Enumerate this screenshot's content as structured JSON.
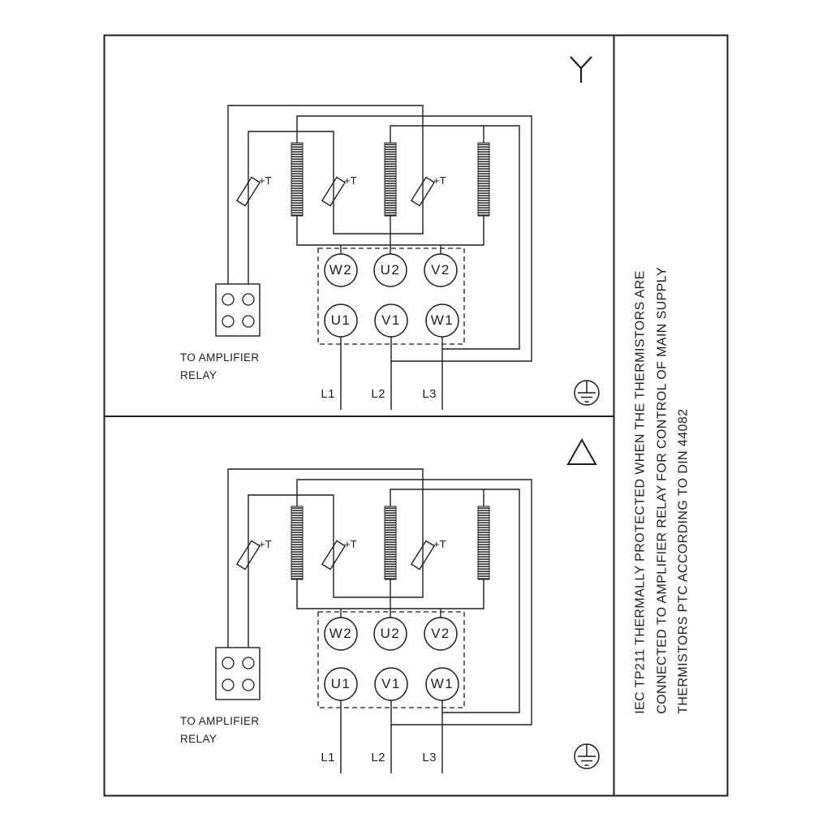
{
  "diagram": {
    "background": "#ffffff",
    "line_color": "#1f1f1f",
    "connection_symbols": [
      "star",
      "delta"
    ],
    "terminals_top": [
      "W2",
      "U2",
      "V2"
    ],
    "terminals_bottom": [
      "U1",
      "V1",
      "W1"
    ],
    "thermistor_label": "+T",
    "relay_caption_line1": "TO AMPLIFIER",
    "relay_caption_line2": "RELAY",
    "supply_labels": [
      "L1",
      "L2",
      "L3"
    ],
    "side_note_lines": [
      "IEC TP211 THERMALLY PROTECTED WHEN THE THERMISTORS ARE",
      "CONNECTED TO AMPLIFIER RELAY FOR CONTROL OF MAIN SUPPLY",
      "THERMISTORS PTC ACCORDING TO DIN 44082"
    ]
  }
}
